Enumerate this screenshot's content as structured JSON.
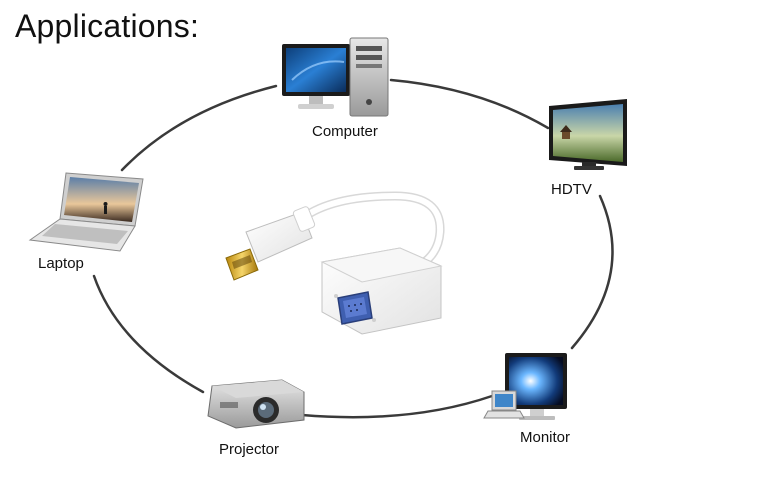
{
  "title": "Applications:",
  "devices": [
    {
      "label": "Computer",
      "icon": "desktop-computer-icon"
    },
    {
      "label": "HDTV",
      "icon": "hdtv-icon"
    },
    {
      "label": "Laptop",
      "icon": "laptop-icon"
    },
    {
      "label": "Projector",
      "icon": "projector-icon"
    },
    {
      "label": "Monitor",
      "icon": "monitor-icon"
    }
  ],
  "center_product": {
    "icon": "displayport-to-vga-adapter-icon"
  },
  "colors": {
    "ring": "#3a3a3a",
    "background": "#ffffff",
    "text": "#111111",
    "screen_blue": "#2a7fd4"
  }
}
